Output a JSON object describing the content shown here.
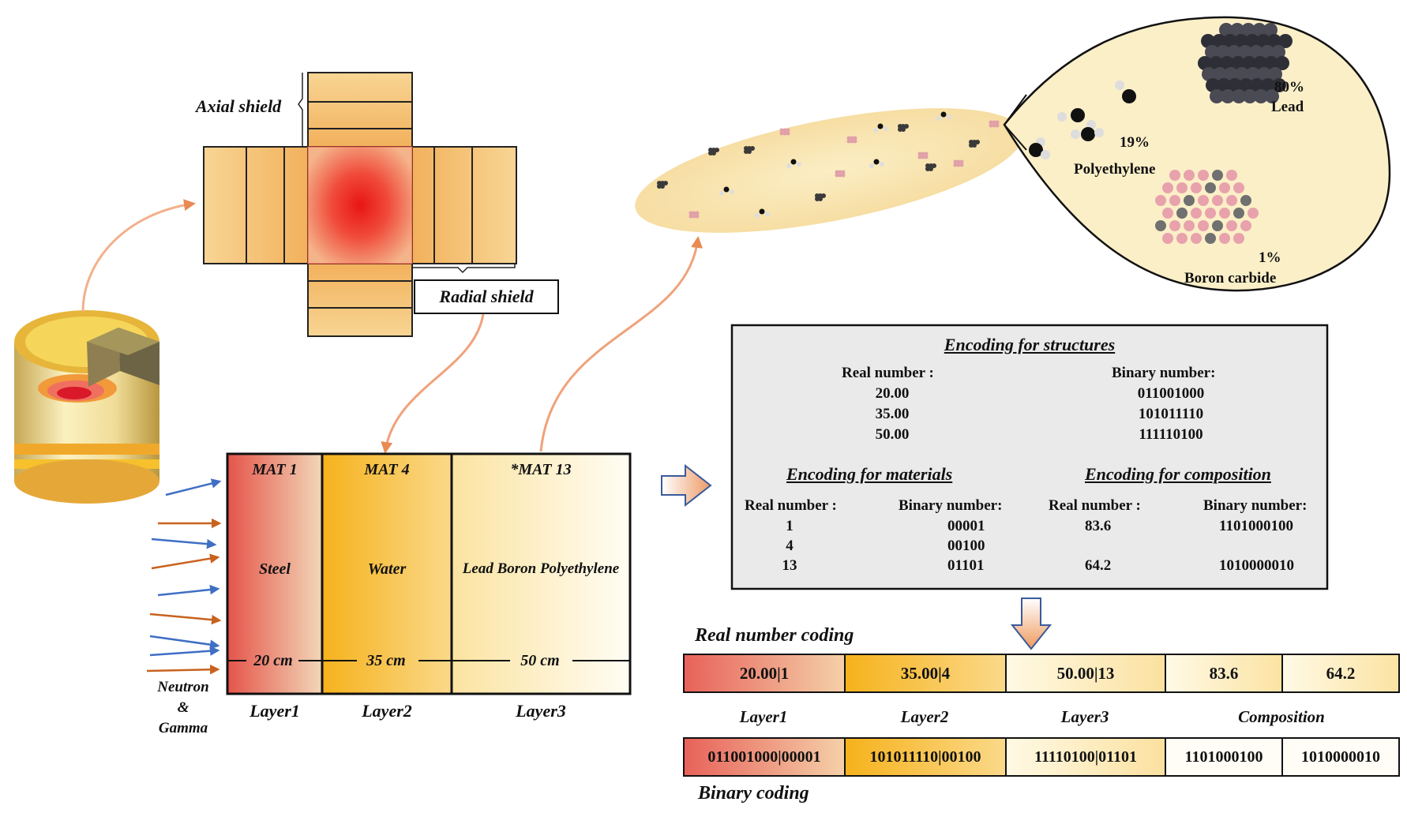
{
  "shield_labels": {
    "axial": "Axial shield",
    "radial": "Radial shield"
  },
  "molecules": {
    "lead_pct": "80%",
    "lead_name": "Lead",
    "pe_pct": "19%",
    "pe_name": "Polyethylene",
    "b4c_pct": "1%",
    "b4c_name": "Boron carbide"
  },
  "slab": {
    "layers": [
      {
        "mat": "MAT 1",
        "name": "Steel",
        "thickness": "20 cm",
        "label": "Layer1"
      },
      {
        "mat": "MAT 4",
        "name": "Water",
        "thickness": "35 cm",
        "label": "Layer2"
      },
      {
        "mat": "*MAT 13",
        "name": "Lead Boron Polyethylene",
        "thickness": "50 cm",
        "label": "Layer3"
      }
    ],
    "radiation_line1": "Neutron",
    "radiation_line2": "&",
    "radiation_line3": "Gamma"
  },
  "encoding": {
    "structures_title": "Encoding for structures",
    "structures_real_header": "Real number :",
    "structures_binary_header": "Binary number:",
    "structures_real": [
      "20.00",
      "35.00",
      "50.00"
    ],
    "structures_binary": [
      "011001000",
      "101011110",
      "111110100"
    ],
    "materials_title": "Encoding for materials",
    "materials_real_header": "Real number :",
    "materials_binary_header": "Binary number:",
    "materials_real": [
      "1",
      "4",
      "13"
    ],
    "materials_binary": [
      "00001",
      "00100",
      "01101"
    ],
    "composition_title": "Encoding for composition",
    "composition_real_header": "Real number :",
    "composition_binary_header": "Binary number:",
    "composition_real": [
      "83.6",
      "64.2"
    ],
    "composition_binary": [
      "1101000100",
      "1010000010"
    ]
  },
  "real_coding": {
    "title": "Real number coding",
    "cells": [
      "20.00|1",
      "35.00|4",
      "50.00|13",
      "83.6",
      "64.2"
    ]
  },
  "group_labels": [
    "Layer1",
    "Layer2",
    "Layer3",
    "Composition"
  ],
  "binary_coding": {
    "title": "Binary coding",
    "cells": [
      "011001000|00001",
      "101011110|00100",
      "11110100|01101",
      "1101000100",
      "1010000010"
    ]
  },
  "colors": {
    "steel": "#e8675a",
    "water": "#f7b928",
    "lbp": "#fbe7a6",
    "shield": "#f7cf7c",
    "core": "#ee2222"
  }
}
